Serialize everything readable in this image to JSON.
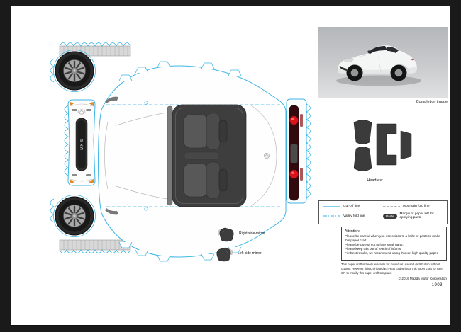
{
  "document": {
    "title_badge": "MX-5"
  },
  "captions": {
    "completion_image": "Completion image",
    "headrest": "Headrest",
    "right_mirror": "Right side-mirror",
    "left_mirror": "Left side-mirror"
  },
  "legend": {
    "cut_off_line": "Cut-off line",
    "valley_fold_line": "Valley fold line",
    "mountain_fold_line": "Mountain fold line",
    "paste_badge": "Paste",
    "paste_note": "Margin of paper left for applying paste"
  },
  "attention": {
    "title": "Attention:",
    "lines": [
      "Please be careful when you use scissors, a knife or paste to make this paper craft.",
      "Please be careful not to lose small parts.",
      "Please keep this out of reach of infants.",
      "For best results, we recommend using thicker, high quality paper."
    ]
  },
  "footer": {
    "disclaimer": [
      "This paper craft is freely available for individual use and distribution without charge.",
      "However, it is prohibited EITHER to distribute this paper craft for sale OR to modify this paper craft template."
    ],
    "copyright": "© 2019 Mazda Motor Corporation",
    "doc_number": "1903"
  },
  "colors": {
    "cut_line": "#3db6e4",
    "tail_light_red": "#d8141c",
    "marker_amber": "#e08a2a",
    "part_dark": "#3e3e3e"
  }
}
